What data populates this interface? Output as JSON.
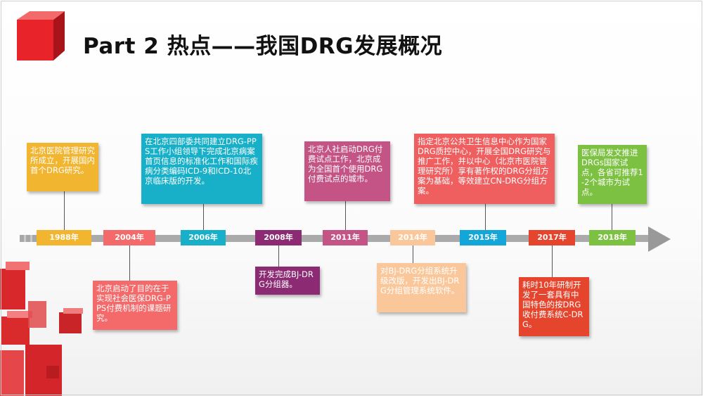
{
  "title": "Part 2 热点——我国DRG发展概况",
  "colors": {
    "y1988": "#f2b530",
    "y2004": "#f46a6a",
    "y2006": "#17b0c8",
    "y2008": "#8c2a73",
    "y2011": "#c45486",
    "y2014": "#f9c79a",
    "y2015": "#13a6d8",
    "y2017": "#e5452d",
    "y2018": "#7cc142",
    "axis": "#aaaaaa",
    "accent_red": "#e8232a"
  },
  "timeline": [
    {
      "year": "1988年",
      "text": "北京医院管理研究所成立，开展国内首个DRG研究。"
    },
    {
      "year": "2004年",
      "text": "北京启动了目的在于实现社会医保DRG-PPS付费机制的课题研究。"
    },
    {
      "year": "2006年",
      "text": "在北京四部委共同建立DRG-PPS工作小组领导下完成北京病案首页信息的标准化工作和国际疾病分类编码ICD-9和ICD-10北京临床版的开发。"
    },
    {
      "year": "2008年",
      "text": "开发完成BJ-DRG分组器。"
    },
    {
      "year": "2011年",
      "text": "北京人社启动DRG付费试点工作，北京成为全国首个使用DRG付费试点的城市。"
    },
    {
      "year": "2014年",
      "text": "对BJ-DRG分组系统升级改版，开发出BJ-DRG分组管理系统软件。"
    },
    {
      "year": "2015年",
      "text": "指定北京公共卫生信息中心作为国家DRG质控中心，开展全国DRG研究与推广工作，并以中心（北京市医院管理研究所）享有著作权的DRG分组方案为基础，等效建立CN-DRG分组方案。"
    },
    {
      "year": "2017年",
      "text": "耗时10年研制开发了一套具有中国特色的按DRG收付费系统C-DRG。"
    },
    {
      "year": "2018年",
      "text": "医保局发文推进DRGs国家试点，各省可推荐1-2个城市为试点。"
    }
  ]
}
